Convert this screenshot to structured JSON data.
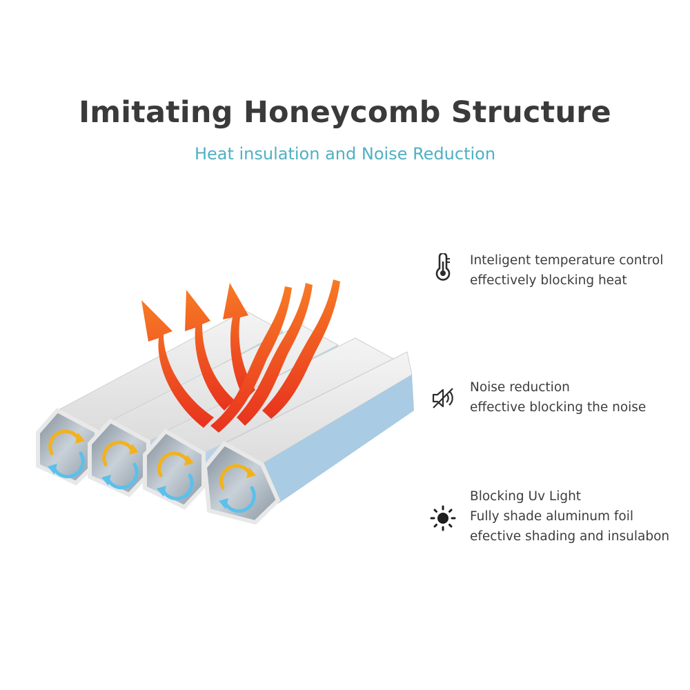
{
  "header": {
    "title": "Imitating Honeycomb Structure",
    "subtitle": "Heat insulation and Noise Reduction"
  },
  "colors": {
    "title": "#3a3a3a",
    "subtitle": "#4fb0c3",
    "heat": "#f0521f",
    "arrow_yellow": "#f2b21c",
    "arrow_blue": "#5bc0eb",
    "tube_face": "#eeeeee",
    "tube_edge": "#9fc4dd"
  },
  "features": [
    {
      "icon": "thermometer-icon",
      "lines": [
        "Inteligent temperature control",
        "effectively blocking heat"
      ]
    },
    {
      "icon": "muted-speaker-icon",
      "lines": [
        "Noise reduction",
        "effective blocking the noise"
      ]
    },
    {
      "icon": "sun-icon",
      "lines": [
        "Blocking Uv Light",
        "Fully shade aluminum foil",
        "efective shading and insulabon"
      ]
    }
  ]
}
